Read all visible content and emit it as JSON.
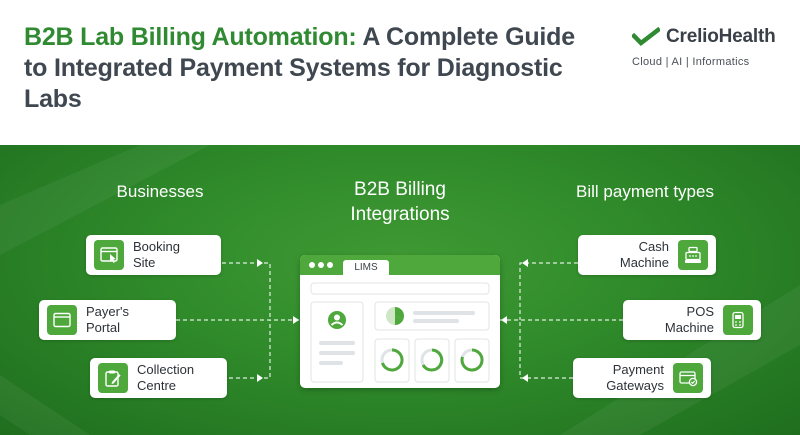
{
  "header": {
    "title_accent": "B2B Lab Billing Automation:",
    "title_rest": " A Complete Guide to Integrated Payment Systems for Diagnostic Labs"
  },
  "brand": {
    "name": "CrelioHealth",
    "tagline": "Cloud  |  AI  |  Informatics",
    "icon": "check-mark-icon",
    "color": "#2f8a32"
  },
  "diagram": {
    "left_heading": "Businesses",
    "center_heading": "B2B Billing Integrations",
    "right_heading": "Bill payment types",
    "lims_label": "LIMS",
    "businesses": [
      {
        "label": "Booking Site",
        "icon": "browser-cursor-icon"
      },
      {
        "label": "Payer's Portal",
        "icon": "browser-window-icon"
      },
      {
        "label": "Collection Centre",
        "icon": "clipboard-pen-icon"
      }
    ],
    "payment_types": [
      {
        "label": "Cash Machine",
        "icon": "cash-register-icon"
      },
      {
        "label": "POS Machine",
        "icon": "pos-terminal-icon"
      },
      {
        "label": "Payment Gateways",
        "icon": "card-check-icon"
      }
    ],
    "colors": {
      "green": "#2f8a2a",
      "icon_green": "#4ea83c",
      "text_dark": "#3f4750"
    }
  }
}
